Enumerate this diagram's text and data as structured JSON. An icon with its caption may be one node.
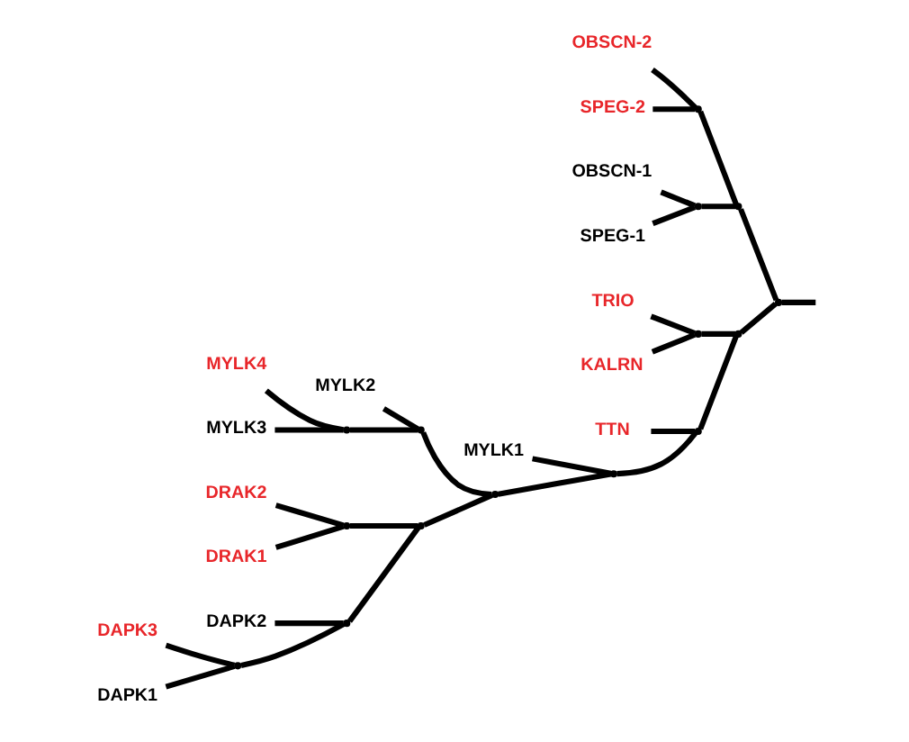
{
  "diagram": {
    "nodes": [
      {
        "text": [
          "OBSCN-2"
        ]
      },
      {
        "text": [
          "SPEG-2"
        ]
      },
      {
        "text": [],
        "shape": "point"
      },
      {
        "text": [
          "OBSCN-1"
        ]
      },
      {
        "text": [
          "SPEG-1"
        ]
      },
      {
        "text": [],
        "shape": "point"
      },
      {
        "text": [],
        "shape": "point"
      },
      {
        "text": [],
        "shape": "point"
      },
      {
        "text": [
          "TTN"
        ]
      },
      {
        "text": [],
        "shape": "point"
      },
      {
        "text": [],
        "shape": "point"
      },
      {
        "text": [
          "TRIO"
        ]
      },
      {
        "text": [
          "KALRN"
        ]
      },
      {
        "text": [],
        "shape": "point"
      },
      {
        "text": [
          "MYLK1"
        ]
      },
      {
        "text": [],
        "shape": "point"
      },
      {
        "text": [],
        "shape": "point"
      },
      {
        "text": [
          "MYLK2"
        ]
      },
      {
        "text": [],
        "shape": "point"
      },
      {
        "text": [
          "DRAK2"
        ]
      },
      {
        "text": [
          "DRAK1"
        ]
      },
      {
        "text": [],
        "shape": "point"
      },
      {
        "text": [],
        "shape": "point"
      },
      {
        "text": [
          "MYLK4"
        ]
      },
      {
        "text": [
          "MYLK3"
        ]
      },
      {
        "text": [],
        "shape": "point"
      },
      {
        "text": [
          "DAPK3"
        ]
      },
      {
        "text": [
          "DAPK2"
        ]
      },
      {
        "text": [
          "DAPK1"
        ]
      },
      {
        "text": [],
        "shape": "point"
      },
      {
        "text": [],
        "shape": "point"
      }
    ],
    "edges": [
      {
        "from": null,
        "to": 7,
        "arrow": "none"
      },
      {
        "from": 7,
        "to": 6,
        "arrow": "none"
      },
      {
        "from": 6,
        "to": 2,
        "arrow": "none"
      },
      {
        "from": 2,
        "to": 0,
        "arrow": "none"
      },
      {
        "from": 2,
        "to": 1,
        "arrow": "none"
      },
      {
        "from": 6,
        "to": 5,
        "arrow": "none"
      },
      {
        "from": 5,
        "to": 3,
        "arrow": "none"
      },
      {
        "from": 5,
        "to": 4,
        "arrow": "none"
      },
      {
        "from": 7,
        "to": 10,
        "arrow": "none"
      },
      {
        "from": 10,
        "to": 9,
        "arrow": "none"
      },
      {
        "from": 9,
        "to": 11,
        "arrow": "none"
      },
      {
        "from": 9,
        "to": 12,
        "arrow": "none"
      },
      {
        "from": 10,
        "to": 13,
        "arrow": "none"
      },
      {
        "from": 13,
        "to": 8,
        "arrow": "none"
      },
      {
        "from": 13,
        "to": 15,
        "arrow": "none"
      },
      {
        "from": 15,
        "to": 14,
        "arrow": "none"
      },
      {
        "from": 15,
        "to": 16,
        "arrow": "none"
      },
      {
        "from": 16,
        "to": 18,
        "arrow": "none"
      },
      {
        "from": 18,
        "to": 17,
        "arrow": "none"
      },
      {
        "from": 18,
        "to": 25,
        "arrow": "none"
      },
      {
        "from": 25,
        "to": 23,
        "arrow": "none"
      },
      {
        "from": 25,
        "to": 24,
        "arrow": "none"
      },
      {
        "from": 16,
        "to": 22,
        "arrow": "none"
      },
      {
        "from": 22,
        "to": 21,
        "arrow": "none"
      },
      {
        "from": 21,
        "to": 19,
        "arrow": "none"
      },
      {
        "from": 21,
        "to": 20,
        "arrow": "none"
      },
      {
        "from": 22,
        "to": 30,
        "arrow": "none"
      },
      {
        "from": 30,
        "to": 29,
        "arrow": "none"
      },
      {
        "from": 29,
        "to": 26,
        "arrow": "none"
      },
      {
        "from": 29,
        "to": 28,
        "arrow": "none"
      },
      {
        "from": 30,
        "to": 27,
        "arrow": "none"
      }
    ]
  }
}
